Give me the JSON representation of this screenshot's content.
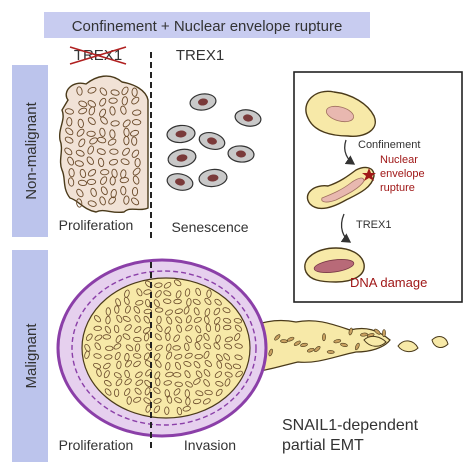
{
  "header": {
    "title": "Confinement + Nuclear envelope rupture",
    "bg_color": "#c8ccf0"
  },
  "rows": {
    "top_label": "Non-malignant",
    "bottom_label": "Malignant",
    "side_color": "#bcc4ec"
  },
  "top_panel": {
    "left_header": "TREX1",
    "left_header_struck": true,
    "right_header": "TREX1",
    "left_caption": "Proliferation",
    "right_caption": "Senescence"
  },
  "bottom_panel": {
    "left_caption": "Proliferation",
    "right_caption": "Invasion",
    "outcome_line1": "SNAIL1-dependent",
    "outcome_line2": "partial EMT"
  },
  "inset": {
    "step1": "Confinement",
    "step2_line1": "Nuclear",
    "step2_line2": "envelope",
    "step2_line3": "rupture",
    "step3": "TREX1",
    "step4": "DNA damage",
    "highlight_color": "#a01818"
  },
  "colors": {
    "cell_fill": "#f7e9a8",
    "cell_stroke": "#4a3a1a",
    "nucleus_fill": "#e8b8b0",
    "membrane": "#8b3fa8",
    "tissue_fill": "#f1e2d6"
  }
}
